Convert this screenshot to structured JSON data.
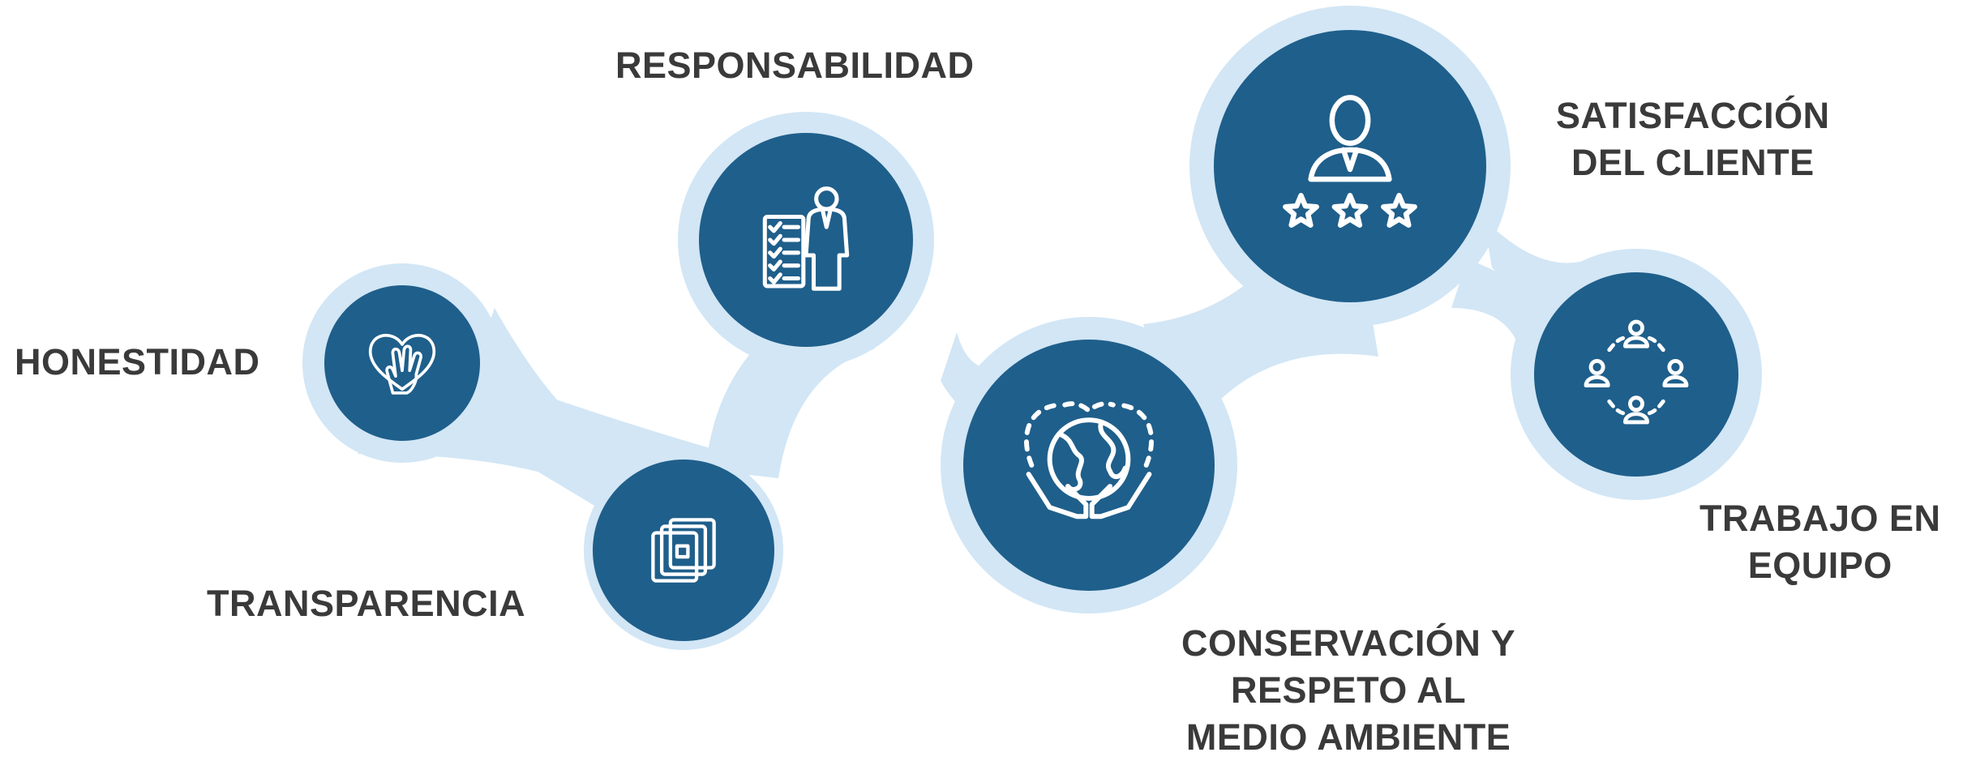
{
  "colors": {
    "background": "#ffffff",
    "connector": "#d2e6f5",
    "node": "#1f5f8b",
    "icon_stroke": "#ffffff",
    "text": "#3a3a3a"
  },
  "values": [
    {
      "id": "honestidad",
      "lines": [
        "HONESTIDAD"
      ],
      "icon": "heart-hand-icon"
    },
    {
      "id": "transparencia",
      "lines": [
        "TRANSPARENCIA"
      ],
      "icon": "layered-squares-icon"
    },
    {
      "id": "responsabilidad",
      "lines": [
        "RESPONSABILIDAD"
      ],
      "icon": "person-checklist-icon"
    },
    {
      "id": "conservacion",
      "lines": [
        "CONSERVACIÓN Y",
        "RESPETO AL",
        "MEDIO AMBIENTE"
      ],
      "icon": "globe-hands-icon"
    },
    {
      "id": "satisfaccion",
      "lines": [
        "SATISFACCIÓN",
        "DEL CLIENTE"
      ],
      "icon": "person-stars-icon"
    },
    {
      "id": "trabajo",
      "lines": [
        "TRABAJO EN",
        "EQUIPO"
      ],
      "icon": "team-circle-icon"
    }
  ]
}
